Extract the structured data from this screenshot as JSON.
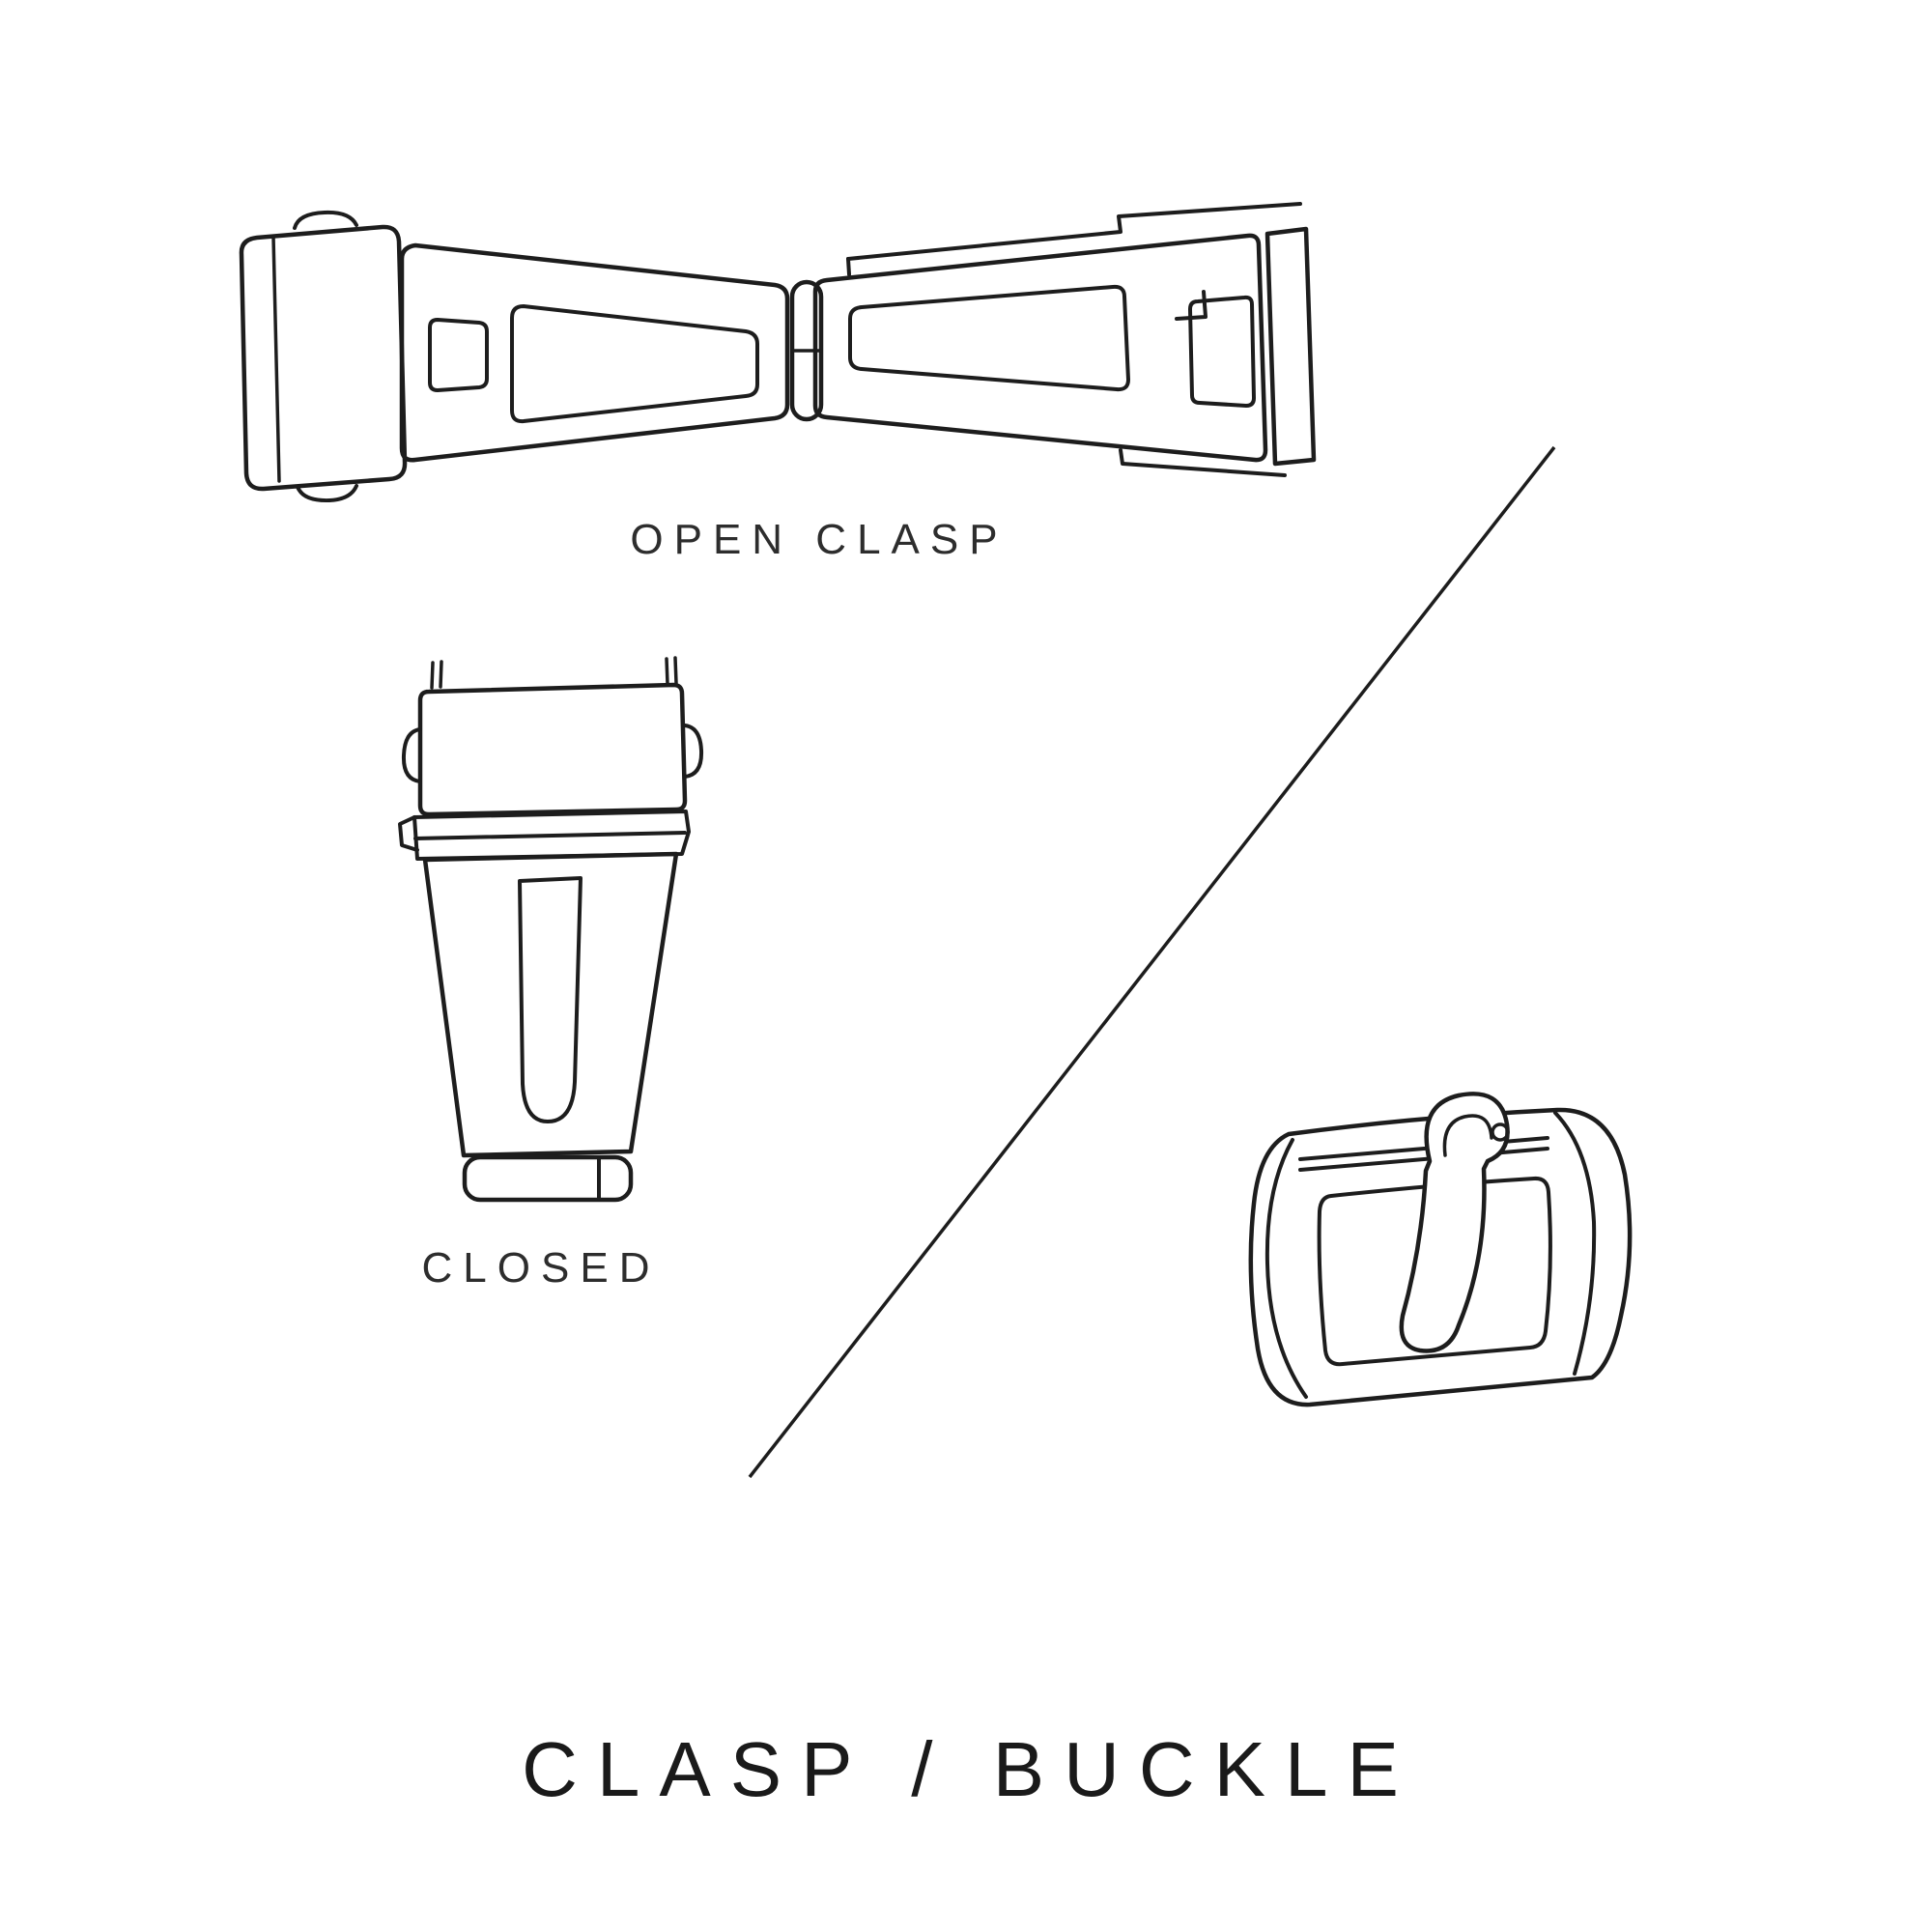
{
  "canvas": {
    "background": "#ffffff",
    "line_color": "#1d1d1d",
    "text_color": "#2d2d2d",
    "title_color": "#1a1a1a"
  },
  "labels": {
    "open_clasp": "OPEN CLASP",
    "closed": "CLOSED"
  },
  "title": "CLASP / BUCKLE",
  "icons": [
    "open-clasp-illustration",
    "closed-clasp-illustration",
    "tang-buckle-illustration",
    "diagonal-divider-line"
  ]
}
